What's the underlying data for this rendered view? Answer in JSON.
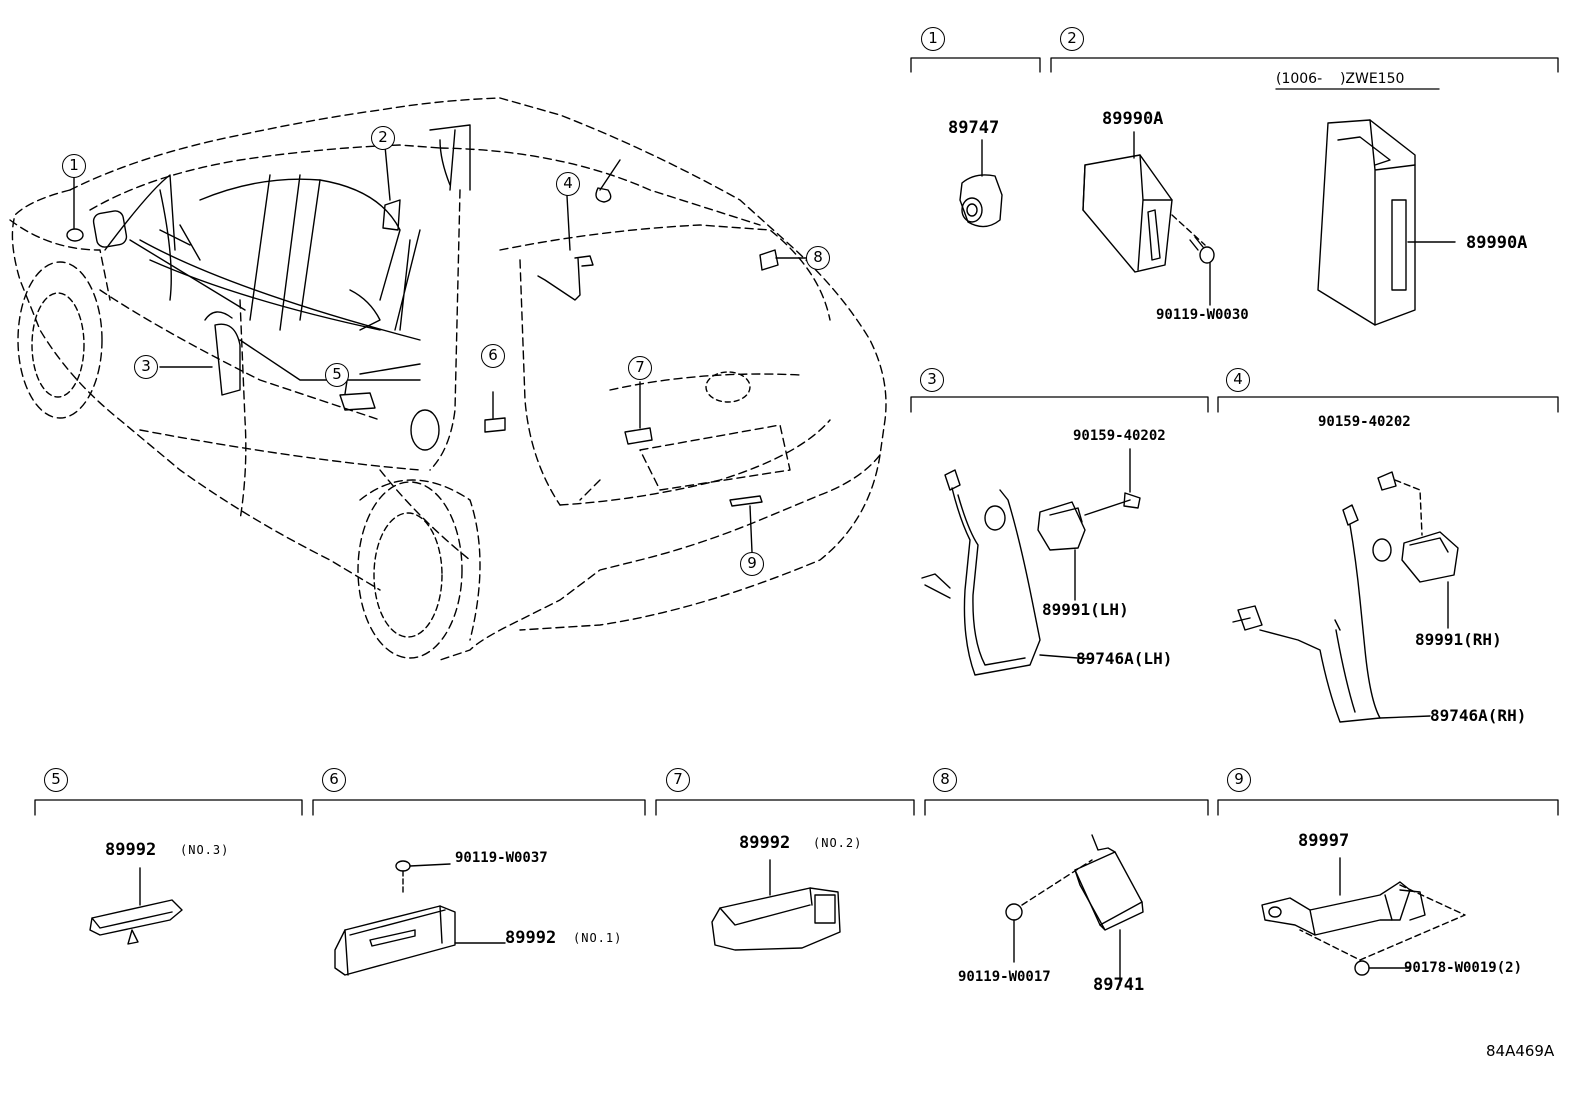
{
  "diagram_code": "84A469A",
  "callouts": [
    "1",
    "2",
    "3",
    "4",
    "5",
    "6",
    "7",
    "8",
    "9"
  ],
  "sections": {
    "s1": {
      "num": "1",
      "parts": {
        "p1": "89747"
      }
    },
    "s2": {
      "num": "2",
      "note": "(1006-    )ZWE150",
      "parts": {
        "p1": "89990A",
        "p2": "90119-W0030",
        "p3": "89990A"
      }
    },
    "s3": {
      "num": "3",
      "parts": {
        "p1": "90159-40202",
        "p2": "89991(LH)",
        "p3": "89746A(LH)"
      }
    },
    "s4": {
      "num": "4",
      "parts": {
        "p1": "90159-40202",
        "p2": "89991(RH)",
        "p3": "89746A(RH)"
      }
    },
    "s5": {
      "num": "5",
      "parts": {
        "p1": "89992",
        "p1_note": "(NO.3)"
      }
    },
    "s6": {
      "num": "6",
      "parts": {
        "p1": "90119-W0037",
        "p2": "89992",
        "p2_note": "(NO.1)"
      }
    },
    "s7": {
      "num": "7",
      "parts": {
        "p1": "89992",
        "p1_note": "(NO.2)"
      }
    },
    "s8": {
      "num": "8",
      "parts": {
        "p1": "90119-W0017",
        "p2": "89741"
      }
    },
    "s9": {
      "num": "9",
      "parts": {
        "p1": "89997",
        "p2": "90178-W0019(2)"
      }
    }
  }
}
